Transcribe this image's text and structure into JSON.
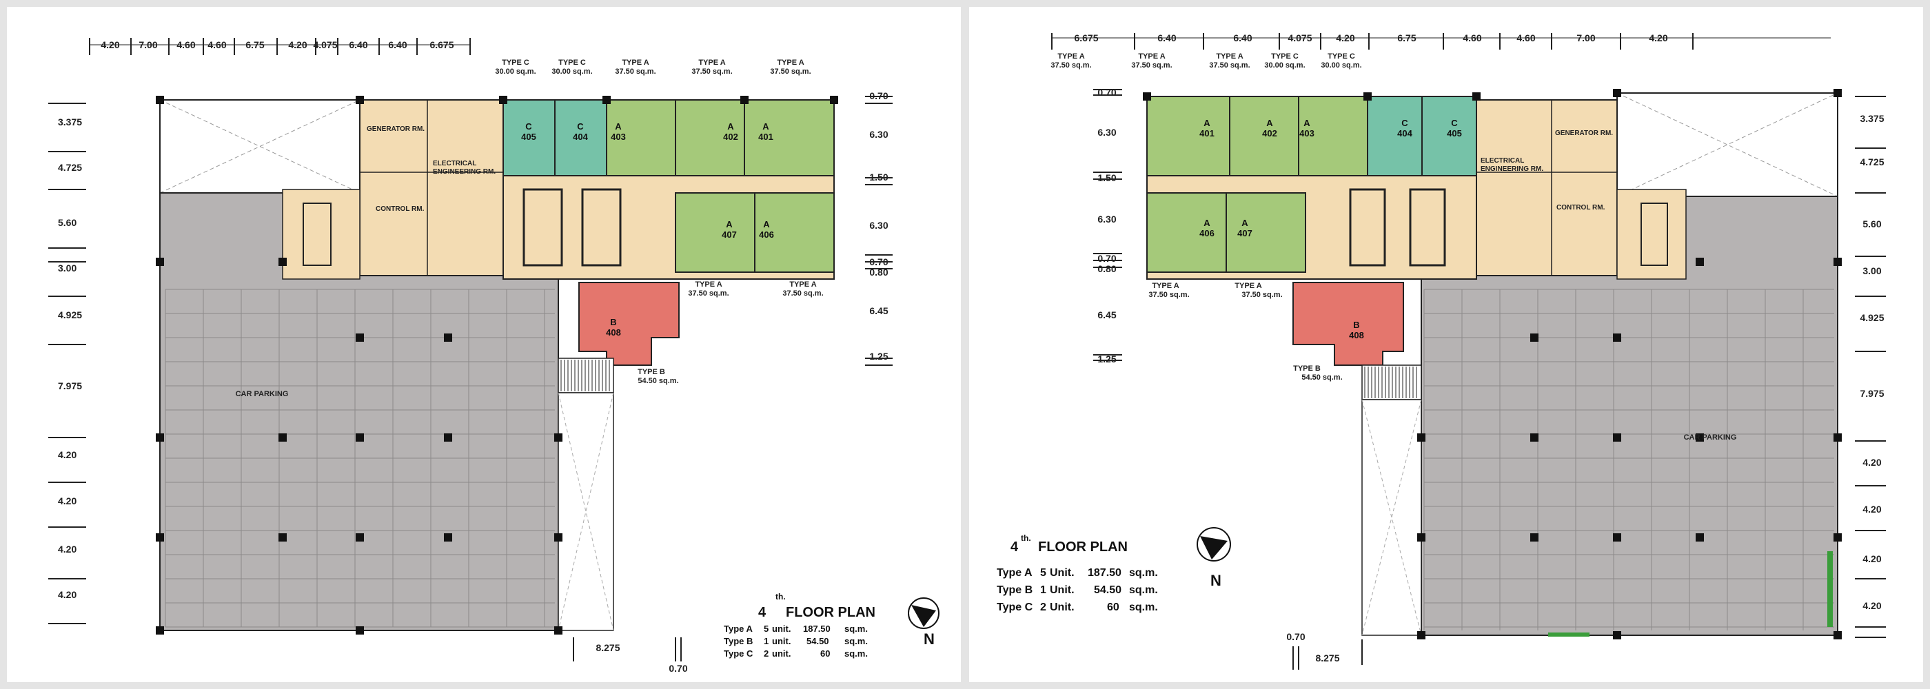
{
  "colors": {
    "background": "#e4e4e4",
    "panel": "#ffffff",
    "parking": "#b6b3b3",
    "type_a": "#a5c97a",
    "type_b": "#e4766d",
    "type_c": "#76c2a8",
    "service": "#f3dcb3",
    "corridor": "#f3dcb3",
    "outline": "#222222"
  },
  "left_plan": {
    "top_dims": [
      "4.20",
      "7.00",
      "4.60",
      "4.60",
      "6.75",
      "4.20",
      "4.075",
      "6.40",
      "6.40",
      "6.675"
    ],
    "left_dims": [
      "3.375",
      "4.725",
      "5.60",
      "3.00",
      "4.925",
      "7.975",
      "4.20",
      "4.20",
      "4.20",
      "4.20"
    ],
    "right_dims": [
      "0.70",
      "6.30",
      "1.50",
      "6.30",
      "0.70",
      "0.80",
      "6.45",
      "1.25"
    ],
    "bottom_dims": [
      "8.275",
      "0.70"
    ],
    "type_labels_top": [
      {
        "type": "TYPE C",
        "area": "30.00 sq.m."
      },
      {
        "type": "TYPE C",
        "area": "30.00 sq.m."
      },
      {
        "type": "TYPE A",
        "area": "37.50 sq.m."
      },
      {
        "type": "TYPE A",
        "area": "37.50 sq.m."
      },
      {
        "type": "TYPE A",
        "area": "37.50 sq.m."
      }
    ],
    "type_labels_mid": [
      {
        "type": "TYPE A",
        "area": "37.50 sq.m."
      },
      {
        "type": "TYPE A",
        "area": "37.50 sq.m."
      }
    ],
    "type_b_label": {
      "type": "TYPE B",
      "area": "54.50 sq.m."
    },
    "units": [
      {
        "letter": "C",
        "number": "405"
      },
      {
        "letter": "C",
        "number": "404"
      },
      {
        "letter": "A",
        "number": "403"
      },
      {
        "letter": "A",
        "number": "402"
      },
      {
        "letter": "A",
        "number": "401"
      },
      {
        "letter": "A",
        "number": "407"
      },
      {
        "letter": "A",
        "number": "406"
      },
      {
        "letter": "B",
        "number": "408"
      }
    ],
    "rooms": {
      "generator": "GENERATOR RM.",
      "electrical_1": "ELECTRICAL",
      "electrical_2": "ENGINEERING RM.",
      "control": "CONTROL RM.",
      "car_parking": "CAR PARKING"
    },
    "legend": {
      "title_num": "4",
      "title_sup": "th.",
      "title": "FLOOR PLAN",
      "rows": [
        {
          "type": "Type A",
          "count": "5",
          "word": "unit.",
          "area": "187.50",
          "unit": "sq.m."
        },
        {
          "type": "Type B",
          "count": "1",
          "word": "unit.",
          "area": "54.50",
          "unit": "sq.m."
        },
        {
          "type": "Type C",
          "count": "2",
          "word": "unit.",
          "area": "60",
          "unit": "sq.m."
        }
      ]
    },
    "north": "N"
  },
  "right_plan": {
    "top_dims": [
      "6.675",
      "6.40",
      "6.40",
      "4.075",
      "4.20",
      "6.75",
      "4.60",
      "4.60",
      "7.00",
      "4.20"
    ],
    "right_dims": [
      "3.375",
      "4.725",
      "5.60",
      "3.00",
      "4.925",
      "7.975",
      "4.20",
      "4.20",
      "4.20",
      "4.20"
    ],
    "left_dims": [
      "0.70",
      "6.30",
      "1.50",
      "6.30",
      "0.70",
      "0.80",
      "6.45",
      "1.25"
    ],
    "bottom_dims": [
      "0.70",
      "8.275"
    ],
    "type_labels_top": [
      {
        "type": "TYPE A",
        "area": "37.50 sq.m."
      },
      {
        "type": "TYPE A",
        "area": "37.50 sq.m."
      },
      {
        "type": "TYPE A",
        "area": "37.50 sq.m."
      },
      {
        "type": "TYPE C",
        "area": "30.00 sq.m."
      },
      {
        "type": "TYPE C",
        "area": "30.00 sq.m."
      }
    ],
    "type_labels_mid": [
      {
        "type": "TYPE A",
        "area": "37.50 sq.m."
      },
      {
        "type": "TYPE A",
        "area": "37.50 sq.m."
      }
    ],
    "type_b_label": {
      "type": "TYPE B",
      "area": "54.50 sq.m."
    },
    "units": [
      {
        "letter": "A",
        "number": "401"
      },
      {
        "letter": "A",
        "number": "402"
      },
      {
        "letter": "A",
        "number": "403"
      },
      {
        "letter": "C",
        "number": "404"
      },
      {
        "letter": "C",
        "number": "405"
      },
      {
        "letter": "A",
        "number": "406"
      },
      {
        "letter": "A",
        "number": "407"
      },
      {
        "letter": "B",
        "number": "408"
      }
    ],
    "rooms": {
      "generator": "GENERATOR RM.",
      "electrical_1": "ELECTRICAL",
      "electrical_2": "ENGINEERING RM.",
      "control": "CONTROL RM.",
      "car_parking": "CAR PARKING"
    },
    "legend": {
      "title_num": "4",
      "title_sup": "th.",
      "title": "FLOOR PLAN",
      "rows": [
        {
          "type": "Type A",
          "count": "5",
          "word": "Unit.",
          "area": "187.50",
          "unit": "sq.m."
        },
        {
          "type": "Type B",
          "count": "1",
          "word": "Unit.",
          "area": "54.50",
          "unit": "sq.m."
        },
        {
          "type": "Type C",
          "count": "2",
          "word": "Unit.",
          "area": "60",
          "unit": "sq.m."
        }
      ]
    },
    "north": "N"
  }
}
